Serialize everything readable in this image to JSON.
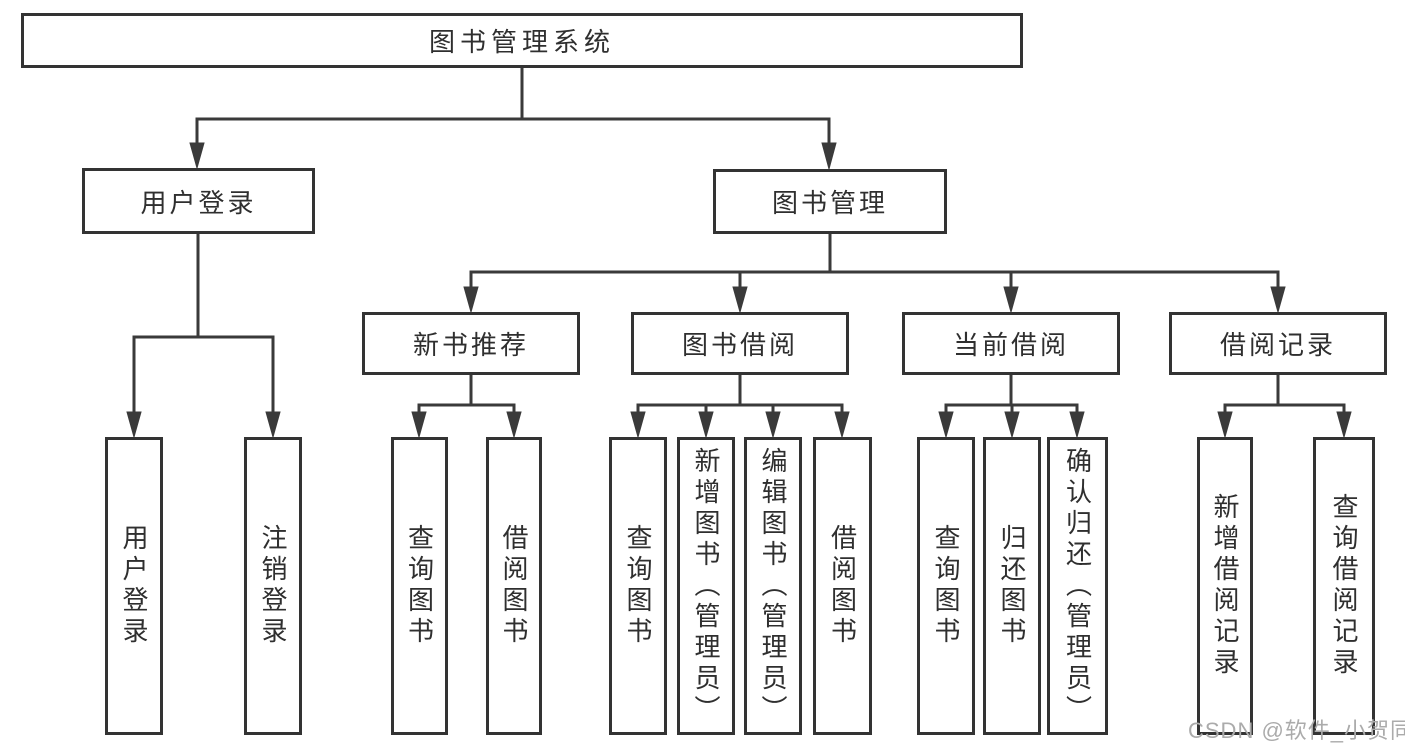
{
  "tree": {
    "label": "图书管理系统",
    "children": [
      {
        "label": "用户登录",
        "children": [
          {
            "label": "用户登录"
          },
          {
            "label": "注销登录"
          }
        ]
      },
      {
        "label": "图书管理",
        "children": [
          {
            "label": "新书推荐",
            "children": [
              {
                "label": "查询图书"
              },
              {
                "label": "借阅图书"
              }
            ]
          },
          {
            "label": "图书借阅",
            "children": [
              {
                "label": "查询图书"
              },
              {
                "label": "新增图书（管理员）"
              },
              {
                "label": "编辑图书（管理员）"
              },
              {
                "label": "借阅图书"
              }
            ]
          },
          {
            "label": "当前借阅",
            "children": [
              {
                "label": "查询图书"
              },
              {
                "label": "归还图书"
              },
              {
                "label": "确认归还（管理员）"
              }
            ]
          },
          {
            "label": "借阅记录",
            "children": [
              {
                "label": "新增借阅记录"
              },
              {
                "label": "查询借阅记录"
              }
            ]
          }
        ]
      }
    ]
  },
  "watermark": {
    "text": "CSDN @软件_小贺同学"
  },
  "colors": {
    "line": "#3a3a3a",
    "box_border": "#333333",
    "text": "#2f2f2f",
    "watermark": "#ababab",
    "background": "#ffffff"
  }
}
